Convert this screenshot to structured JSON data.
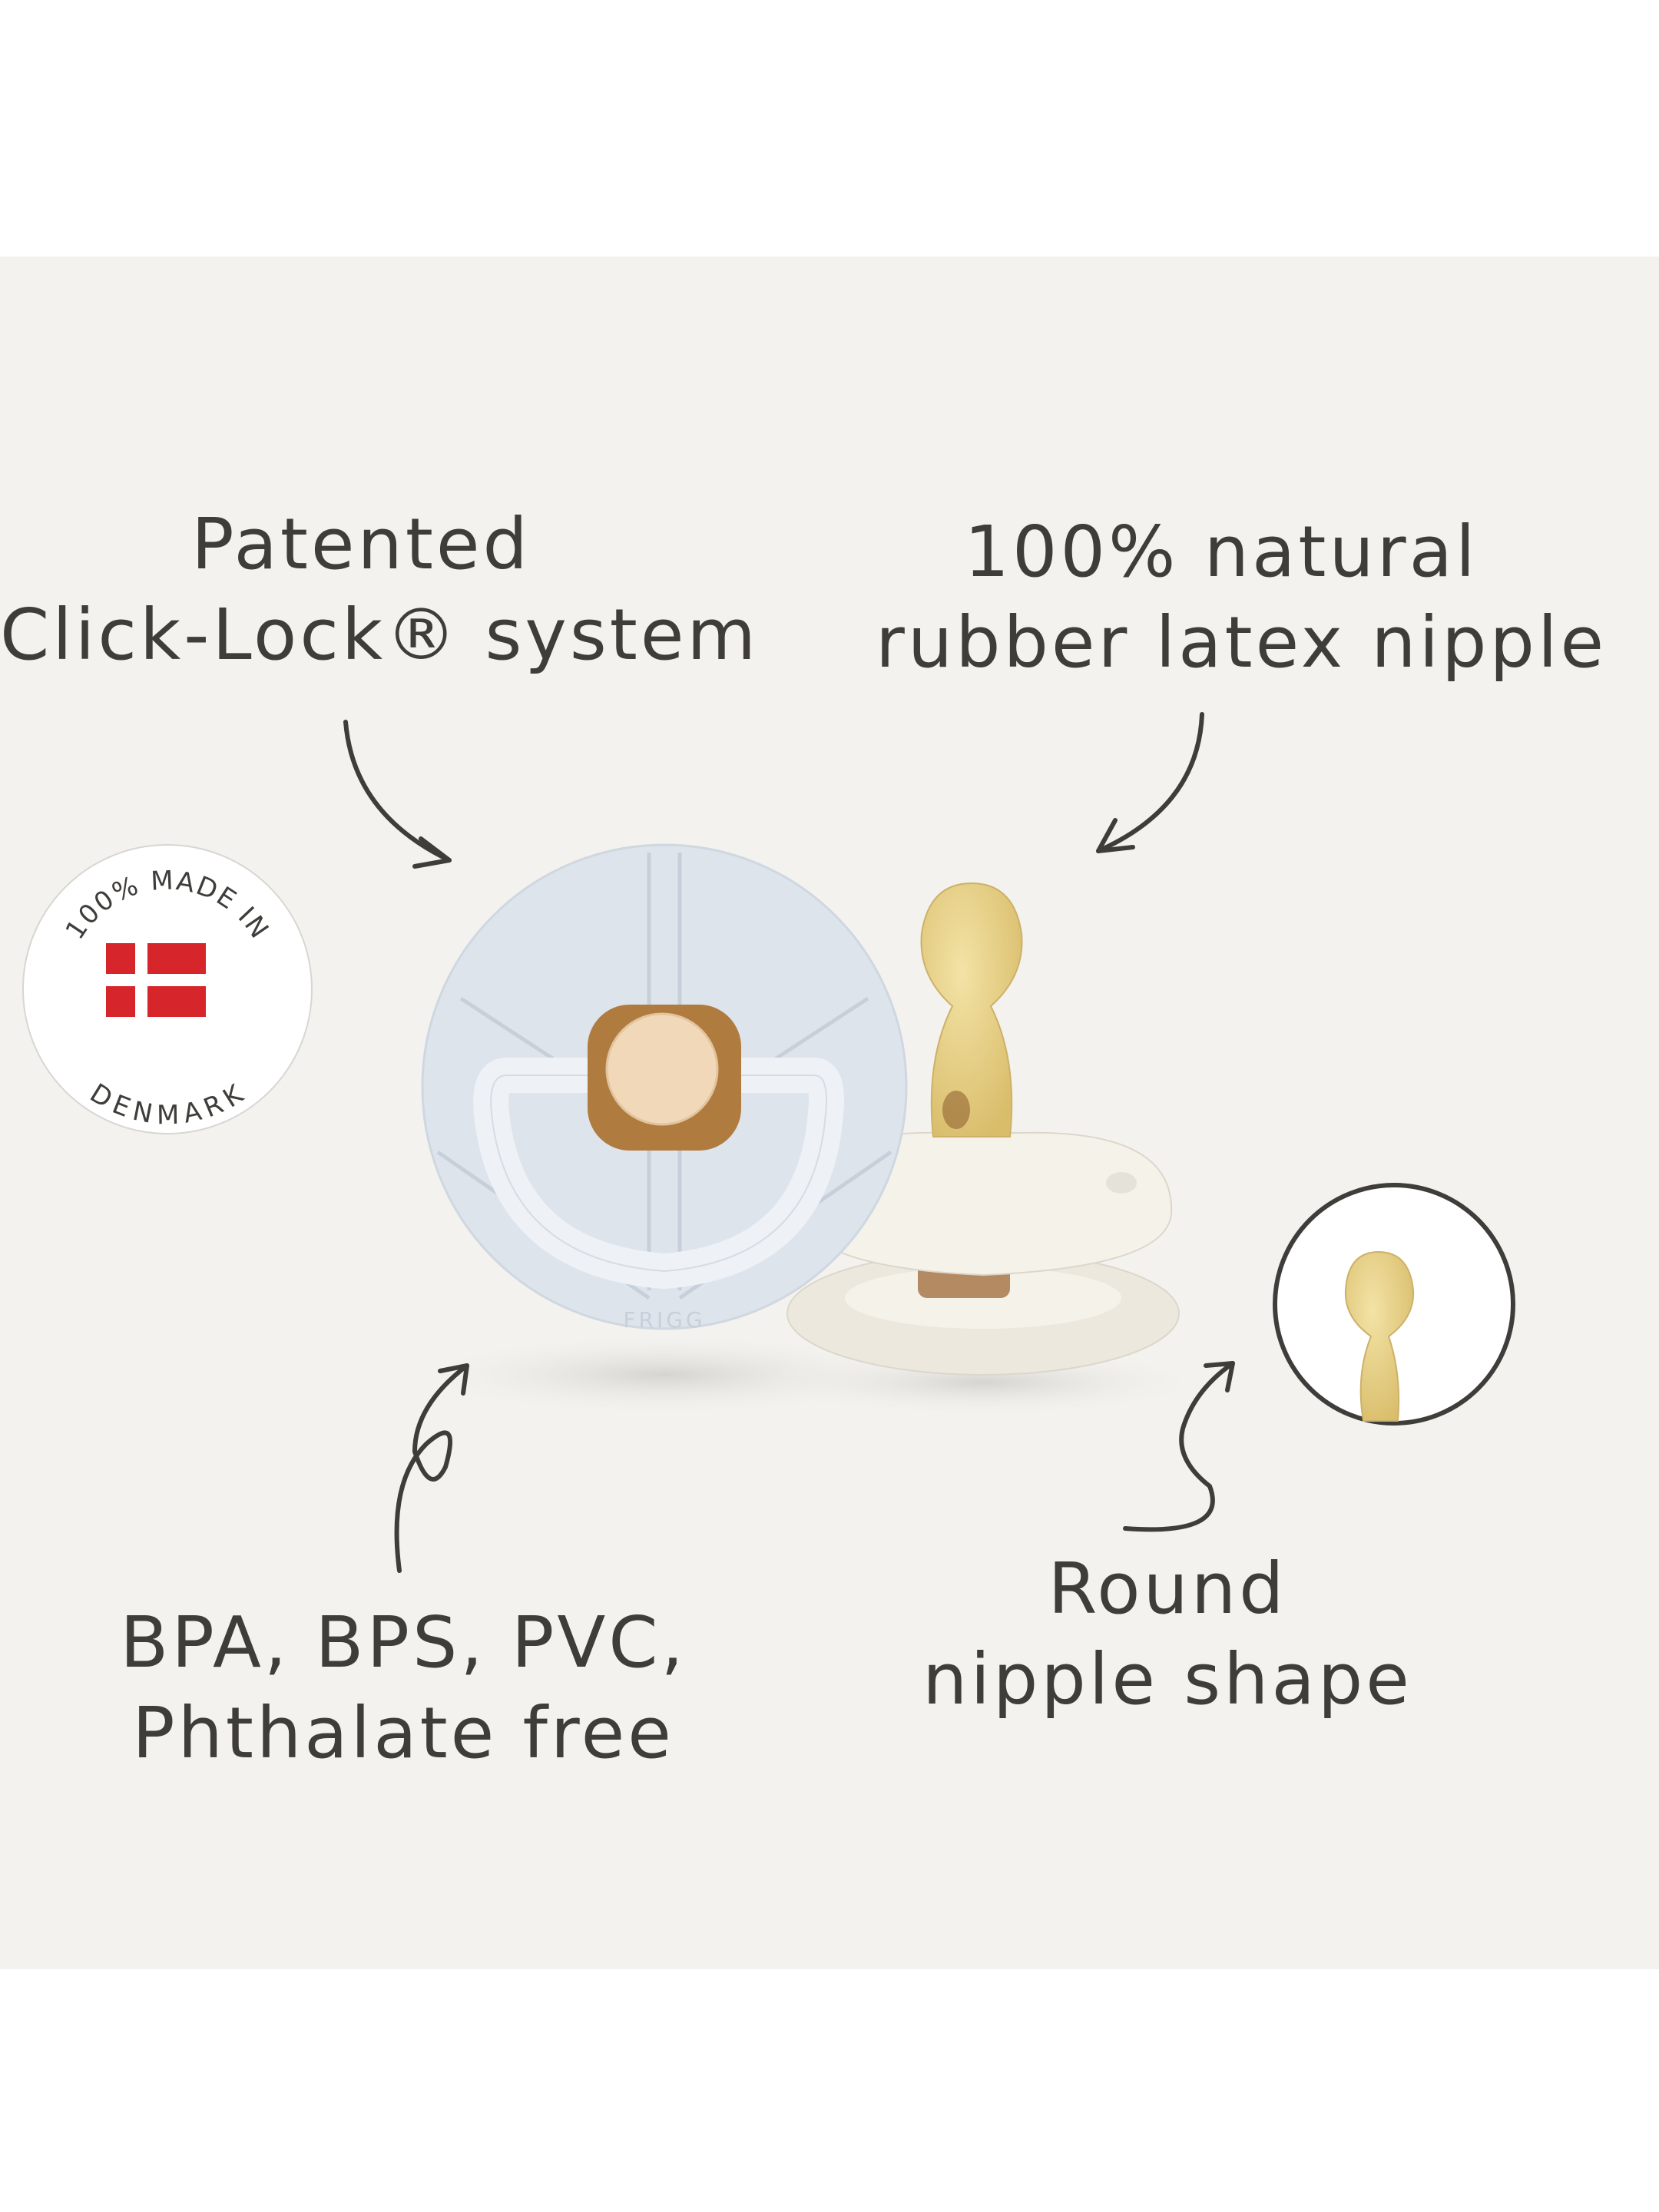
{
  "features": {
    "click_lock": {
      "line1": "Patented",
      "line2": "Click-Lock® system"
    },
    "latex": {
      "line1": "100% natural",
      "line2": "rubber latex nipple"
    },
    "bpa_free": {
      "line1": "BPA, BPS, PVC,",
      "line2": "Phthalate free"
    },
    "round": {
      "line1": "Round",
      "line2": "nipple shape"
    }
  },
  "badge": {
    "top_text": "100% MADE IN",
    "bottom_text": "DENMARK",
    "flag_icon": "denmark-flag-icon"
  },
  "product": {
    "brand_mark": "FRIGG"
  },
  "colors": {
    "background": "#f4f2ee",
    "shield_blue": "#dde4ec",
    "shield_cream": "#f5f2ea",
    "button_beige": "#f1d8b8",
    "latex_amber": "#e6cf86",
    "text": "#3f3d3a",
    "flag_red": "#d6262b"
  }
}
